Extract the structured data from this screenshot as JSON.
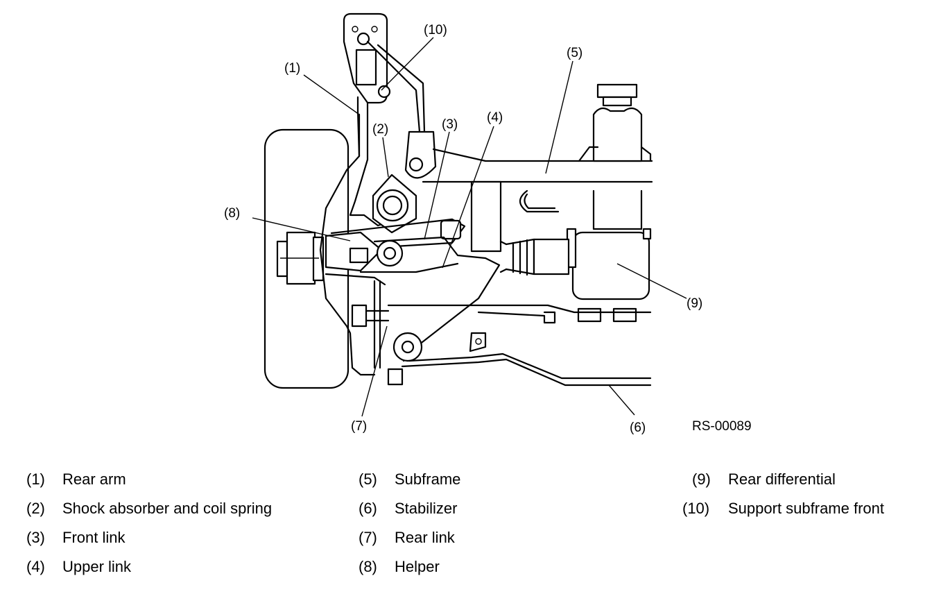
{
  "callouts": {
    "c1": "(1)",
    "c2": "(2)",
    "c3": "(3)",
    "c4": "(4)",
    "c5": "(5)",
    "c6": "(6)",
    "c7": "(7)",
    "c8": "(8)",
    "c9": "(9)",
    "c10": "(10)"
  },
  "figure_code": "RS-00089",
  "legend": [
    {
      "num": "(1)",
      "label": "Rear arm"
    },
    {
      "num": "(2)",
      "label": "Shock absorber and coil spring"
    },
    {
      "num": "(3)",
      "label": "Front link"
    },
    {
      "num": "(4)",
      "label": "Upper link"
    },
    {
      "num": "(5)",
      "label": "Subframe"
    },
    {
      "num": "(6)",
      "label": "Stabilizer"
    },
    {
      "num": "(7)",
      "label": "Rear link"
    },
    {
      "num": "(8)",
      "label": "Helper"
    },
    {
      "num": "(9)",
      "label": "Rear differential"
    },
    {
      "num": "(10)",
      "label": "Support subframe front"
    }
  ]
}
